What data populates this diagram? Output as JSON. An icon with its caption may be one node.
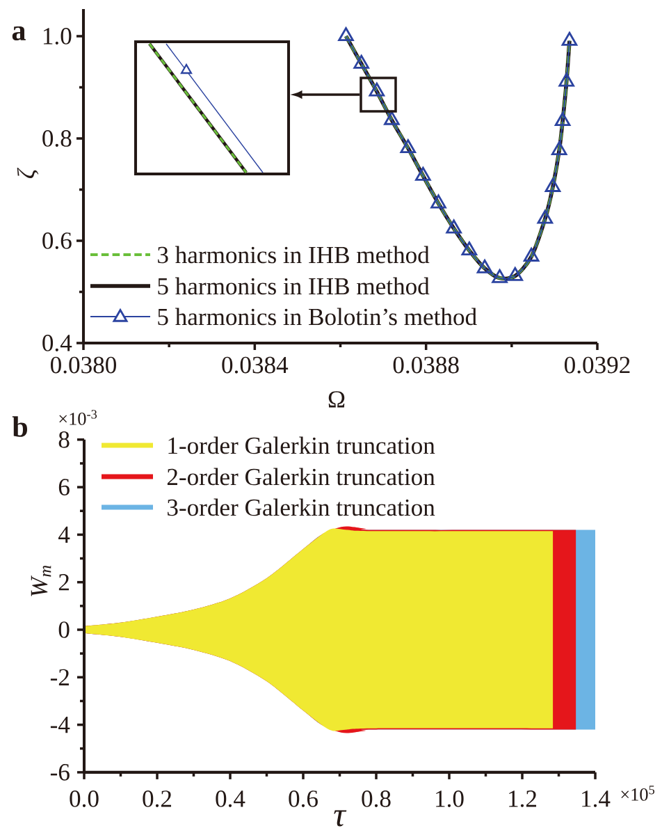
{
  "diagram": {
    "nodes": [
      {
        "text": [],
        "shape": "picture"
      },
      {
        "text": [],
        "shape": "box"
      }
    ],
    "edges": [
      {
        "from": 1,
        "to": 0,
        "arrow": "to"
      }
    ],
    "labels": [
      "a",
      "b",
      "×10$^{-3}$",
      "8",
      "6",
      "4",
      "2",
      "0",
      "-2",
      "-4",
      "-6",
      "W$_{m}$",
      "0.0",
      "0.2",
      "0.4",
      "0.6",
      "0.8",
      "1.0",
      "1.2",
      "1.4",
      "×10$^{5}$",
      "τ"
    ],
    "legend": [
      {
        "text": "1-order Galerkin truncation",
        "color": "#f0e932"
      },
      {
        "text": "2-order Galerkin truncation",
        "color": "#e5161b"
      },
      {
        "text": "3-order Galerkin truncation",
        "color": "#6cb4e4"
      }
    ],
    "chart_data": {
      "type": "line",
      "xlabel": "Ω",
      "ylabel": "ζ",
      "x": [
        0.038613,
        0.038649,
        0.038685,
        0.03872,
        0.038758,
        0.038793,
        0.038829,
        0.038865,
        0.038901,
        0.038937,
        0.038972,
        0.039008,
        0.039046,
        0.039078,
        0.039096,
        0.039111,
        0.039119,
        0.039128,
        0.039135
      ],
      "series": [
        {
          "name": "3 harmonics in IHB method",
          "color": "#6abf3a",
          "line_style": "dashed",
          "values": [
            1.0,
            0.946,
            0.892,
            0.836,
            0.781,
            0.727,
            0.673,
            0.624,
            0.581,
            0.546,
            0.527,
            0.531,
            0.569,
            0.643,
            0.705,
            0.777,
            0.834,
            0.911,
            0.991
          ]
        },
        {
          "name": "5 harmonics in IHB method",
          "color": "#231815",
          "line_style": "solid",
          "values": [
            1.0,
            0.946,
            0.892,
            0.836,
            0.781,
            0.727,
            0.673,
            0.624,
            0.581,
            0.546,
            0.527,
            0.531,
            0.569,
            0.643,
            0.705,
            0.777,
            0.834,
            0.911,
            0.991
          ]
        },
        {
          "name": "5 harmonics in Bolotin’s method",
          "color": "#2b43a0",
          "line_style": "solid",
          "marker": "triangle",
          "values": [
            1.0,
            0.946,
            0.892,
            0.836,
            0.781,
            0.727,
            0.673,
            0.624,
            0.581,
            0.546,
            0.527,
            0.531,
            0.569,
            0.643,
            0.705,
            0.777,
            0.834,
            0.911,
            0.991
          ]
        }
      ],
      "legend": "lower left",
      "xlim": [
        0.038,
        0.0392
      ],
      "ylim": [
        0.4,
        1.053
      ],
      "xticks": [
        {
          "value": 0.038,
          "label": "0.0380"
        },
        {
          "value": 0.0384,
          "label": "0.0384"
        },
        {
          "value": 0.0388,
          "label": "0.0388"
        },
        {
          "value": 0.0392,
          "label": "0.0392"
        }
      ],
      "yticks": [
        {
          "value": 0.4,
          "label": "0.4"
        },
        {
          "value": 0.6,
          "label": "0.6"
        },
        {
          "value": 0.8,
          "label": "0.8"
        },
        {
          "value": 1.0,
          "label": "1.0"
        }
      ]
    }
  }
}
